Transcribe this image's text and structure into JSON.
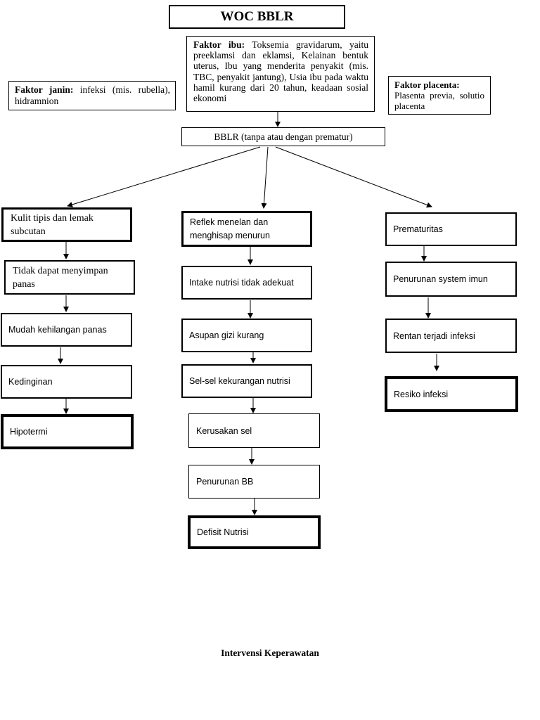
{
  "title": "WOC BBLR",
  "faktor_ibu": {
    "label": "Faktor ibu:",
    "text": " Toksemia gravidarum, yaitu preeklamsi dan eklamsi, Kelainan bentuk uterus, Ibu yang menderita penyakit (mis. TBC, penyakit jantung), Usia ibu pada waktu hamil kurang dari 20 tahun, keadaan sosial ekonomi"
  },
  "faktor_janin": {
    "label": "Faktor janin:",
    "text": " infeksi (mis. rubella), hidramnion"
  },
  "faktor_placenta": {
    "label": "Faktor placenta:",
    "text": "Plasenta previa, solutio placenta"
  },
  "bblr": "BBLR (tanpa atau dengan prematur)",
  "col_left": [
    "Kulit tipis dan lemak subcutan",
    "Tidak dapat menyimpan panas",
    "Mudah kehilangan panas",
    "Kedinginan",
    "Hipotermi"
  ],
  "col_mid": [
    "Reflek menelan dan menghisap menurun",
    "Intake nutrisi tidak adekuat",
    "Asupan gizi kurang",
    "Sel-sel kekurangan nutrisi",
    "Kerusakan sel",
    "Penurunan BB",
    "Defisit Nutrisi"
  ],
  "col_right": [
    "Prematuritas",
    "Penurunan system imun",
    "Rentan terjadi infeksi",
    "Resiko infeksi"
  ],
  "footer": "Intervensi Keperawatan"
}
